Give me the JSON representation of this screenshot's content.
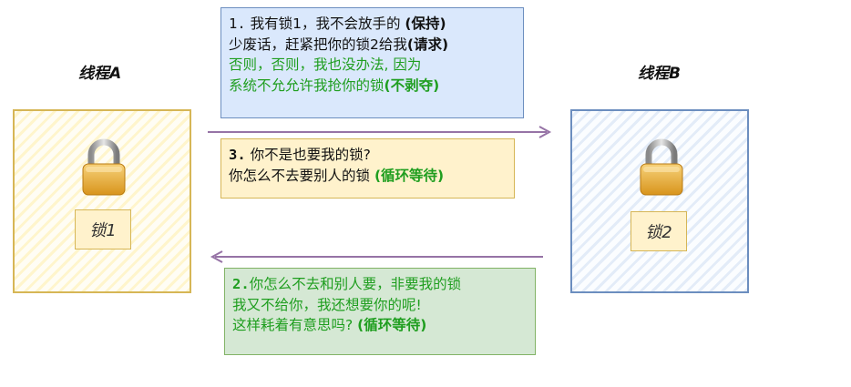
{
  "thread_a": {
    "title": "线程A",
    "lock_label": "锁1"
  },
  "thread_b": {
    "title": "线程B",
    "lock_label": "锁2"
  },
  "note1": {
    "line1_num": "1.",
    "line1_text": "我有锁1，我不会放手的",
    "line1_tag": "(保持)",
    "line2_text": "少废话，赶紧把你的锁2给我",
    "line2_tag": "(请求)",
    "line3_text": "否则，否则，我也没办法, 因为",
    "line4_text": "系统不允允许我抢你的锁",
    "line4_tag": "(不剥夺)"
  },
  "note3": {
    "line1_num": "3.",
    "line1_text": "你不是也要我的锁?",
    "line2_text": "你怎么不去要别人的锁",
    "line2_tag": "(循环等待)"
  },
  "note2": {
    "line1_num": "2.",
    "line1_text": "你怎么不去和别人要，非要我的锁",
    "line2_text": "我又不给你，我还想要你的呢!",
    "line3_text": "这样耗着有意思吗?",
    "line3_tag": "(循环等待)"
  },
  "colors": {
    "thread_a_border": "#d6b656",
    "thread_b_border": "#6c8ebf",
    "arrow": "#9673a6",
    "green_text": "#1f9e1f"
  }
}
